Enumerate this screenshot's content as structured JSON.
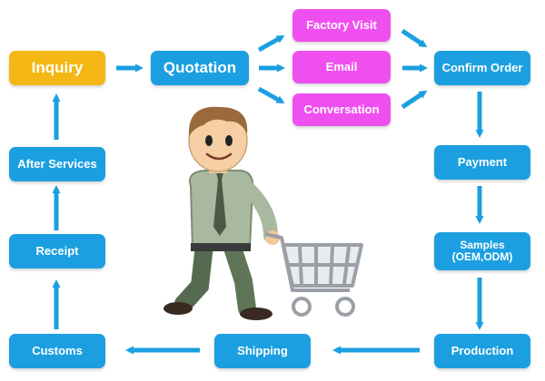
{
  "colors": {
    "step": "#1b9fe0",
    "start": "#f4b716",
    "option": "#f04ff0",
    "arrow": "#1b9fe0",
    "text": "#ffffff"
  },
  "steps": {
    "inquiry": "Inquiry",
    "quotation": "Quotation",
    "factory_visit": "Factory Visit",
    "email": "Email",
    "conversation": "Conversation",
    "confirm_order": "Confirm Order",
    "payment": "Payment",
    "samples_line1": "Samples",
    "samples_line2": "(OEM,ODM)",
    "production": "Production",
    "shipping": "Shipping",
    "customs": "Customs",
    "receipt": "Receipt",
    "after_services": "After Services"
  },
  "illustration": {
    "subject": "businessman-pushing-shopping-cart"
  }
}
